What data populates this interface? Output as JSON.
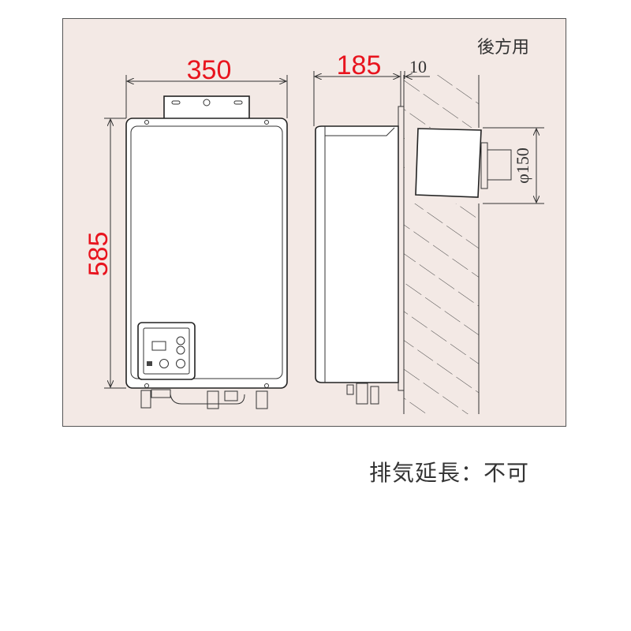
{
  "diagram": {
    "view_label": "後方用",
    "dimensions": {
      "width": "350",
      "height": "585",
      "depth": "185",
      "wall_gap": "10",
      "duct_diameter": "φ150"
    },
    "colors": {
      "background": "#f3e9e5",
      "dimension_text": "#e8141e",
      "line": "#333333"
    }
  },
  "note": "排気延長：不可"
}
